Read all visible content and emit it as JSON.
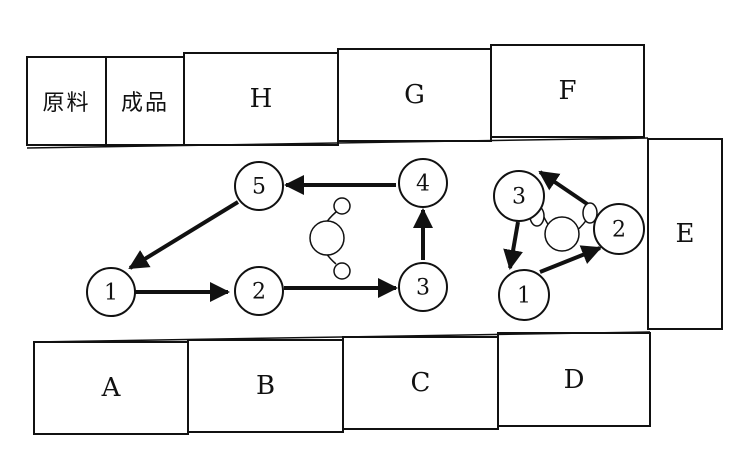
{
  "top_row": {
    "raw_material": "原料",
    "finished_product": "成品",
    "station_h": "H",
    "station_g": "G",
    "station_f": "F"
  },
  "side": {
    "station_e": "E"
  },
  "bottom_row": {
    "station_a": "A",
    "station_b": "B",
    "station_c": "C",
    "station_d": "D"
  },
  "loop_left": {
    "node_1": "1",
    "node_2": "2",
    "node_3": "3",
    "node_4": "4",
    "node_5": "5"
  },
  "loop_right": {
    "node_1": "1",
    "node_2": "2",
    "node_3": "3"
  },
  "colors": {
    "ink": "#111111",
    "background": "#ffffff"
  }
}
